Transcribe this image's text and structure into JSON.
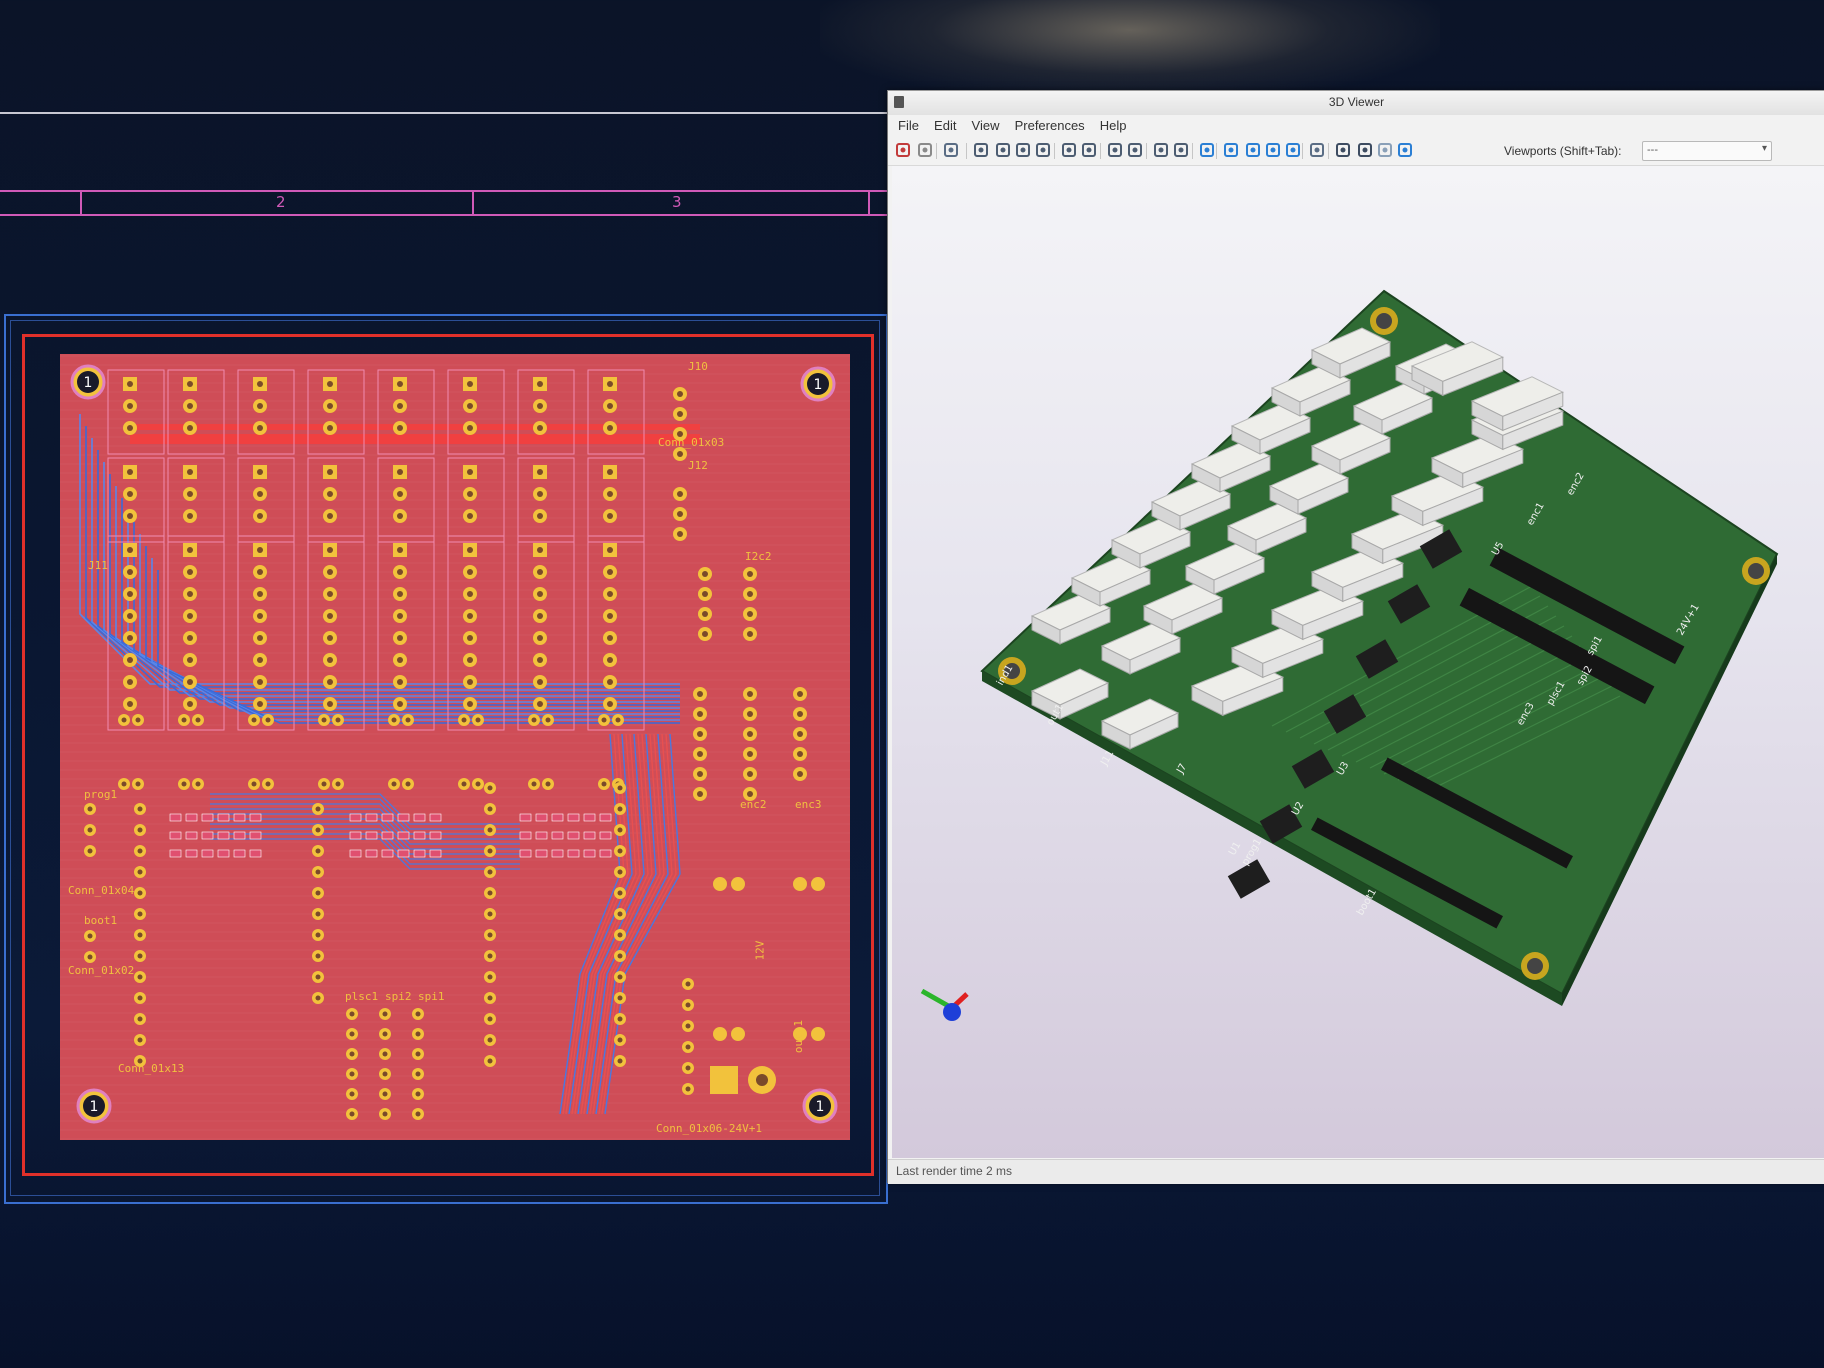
{
  "pcb_editor": {
    "ruler_numbers": [
      "2",
      "3"
    ],
    "mounting_hole_label": "1",
    "silkscreen_labels": [
      "J10",
      "J12",
      "J11",
      "I2c2",
      "prog1",
      "boot1",
      "Conn_01x04",
      "Conn_01x02",
      "Conn_01x13",
      "Conn_01x03",
      "plsc1",
      "spi2",
      "spi1",
      "enc2",
      "enc3",
      "12V",
      "out-1",
      "Conn_01x06-24V+1"
    ]
  },
  "viewer": {
    "title": "3D Viewer",
    "menu": [
      "File",
      "Edit",
      "View",
      "Preferences",
      "Help"
    ],
    "toolbar_icons": [
      {
        "name": "render-options-icon",
        "color": "#c23b3b"
      },
      {
        "name": "copy-image-icon",
        "color": "#8a8a8a"
      },
      {
        "name": "raytrace-icon",
        "color": "#5a6d85"
      },
      {
        "name": "reload-icon",
        "color": "#4d5d72"
      },
      {
        "name": "zoom-in-icon",
        "color": "#4d5d72"
      },
      {
        "name": "zoom-out-icon",
        "color": "#4d5d72"
      },
      {
        "name": "zoom-fit-icon",
        "color": "#4d5d72"
      },
      {
        "name": "rotate-x-cw-icon",
        "color": "#4d5d72"
      },
      {
        "name": "rotate-x-ccw-icon",
        "color": "#4d5d72"
      },
      {
        "name": "rotate-y-cw-icon",
        "color": "#4d5d72"
      },
      {
        "name": "rotate-y-ccw-icon",
        "color": "#4d5d72"
      },
      {
        "name": "rotate-z-cw-icon",
        "color": "#4d5d72"
      },
      {
        "name": "rotate-z-ccw-icon",
        "color": "#4d5d72"
      },
      {
        "name": "flip-board-icon",
        "color": "#2b7fd4"
      },
      {
        "name": "move-left-icon",
        "color": "#2b7fd4"
      },
      {
        "name": "move-right-icon",
        "color": "#2b7fd4"
      },
      {
        "name": "move-up-icon",
        "color": "#2b7fd4"
      },
      {
        "name": "move-down-icon",
        "color": "#2b7fd4"
      },
      {
        "name": "ortho-icon",
        "color": "#5a6d85"
      },
      {
        "name": "show-tht-icon",
        "color": "#3d4c61"
      },
      {
        "name": "show-smd-icon",
        "color": "#3d4c61"
      },
      {
        "name": "show-virtual-icon",
        "color": "#8aa0b8"
      },
      {
        "name": "show-layers-icon",
        "color": "#2b7fd4"
      }
    ],
    "viewports_label": "Viewports (Shift+Tab):",
    "viewports_value": "---",
    "status": "Last render time 2 ms",
    "board_silk": [
      "ind1",
      "out1",
      "J11",
      "J7",
      "prog1",
      "boot1",
      "U1",
      "U2",
      "U3",
      "U5",
      "enc1",
      "enc2",
      "enc3",
      "plsc1",
      "spi2",
      "spi1",
      "24V+1"
    ],
    "colors": {
      "board": "#2f6b34",
      "connector": "#eeeeea",
      "pad": "#c8a51f"
    }
  }
}
